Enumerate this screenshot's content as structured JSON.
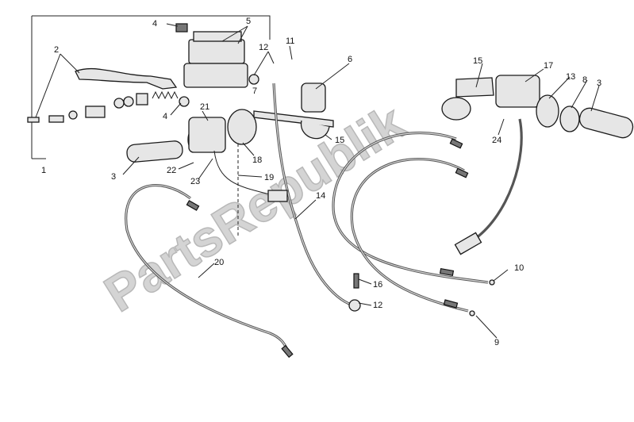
{
  "watermark": "PartsRepublik",
  "callouts": {
    "c1": "1",
    "c2": "2",
    "c3a": "3",
    "c3b": "3",
    "c4a": "4",
    "c4b": "4",
    "c5": "5",
    "c6": "6",
    "c7": "7",
    "c8": "8",
    "c9": "9",
    "c10": "10",
    "c11": "11",
    "c12a": "12",
    "c12b": "12",
    "c13": "13",
    "c14": "14",
    "c15a": "15",
    "c15b": "15",
    "c16": "16",
    "c17": "17",
    "c18": "18",
    "c19": "19",
    "c20": "20",
    "c21": "21",
    "c22": "22",
    "c23": "23",
    "c24": "24"
  }
}
